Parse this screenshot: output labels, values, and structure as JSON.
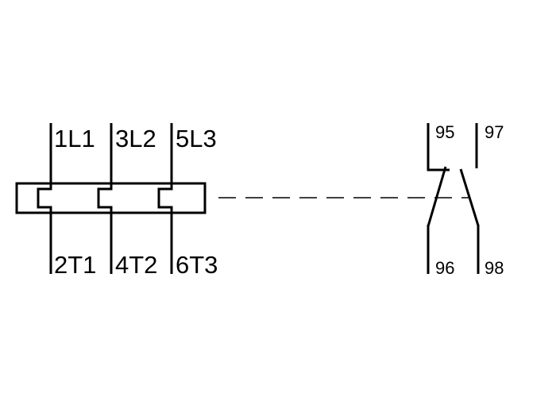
{
  "diagram": {
    "type": "thermal overload relay symbol",
    "colors": {
      "line": "#000000",
      "background": "#ffffff"
    },
    "power_terminals": {
      "top": [
        "1L1",
        "3L2",
        "5L3"
      ],
      "bottom": [
        "2T1",
        "4T2",
        "6T3"
      ]
    },
    "auxiliary_contacts": {
      "nc_top": "95",
      "nc_bottom": "96",
      "no_top": "97",
      "no_bottom": "98"
    }
  }
}
